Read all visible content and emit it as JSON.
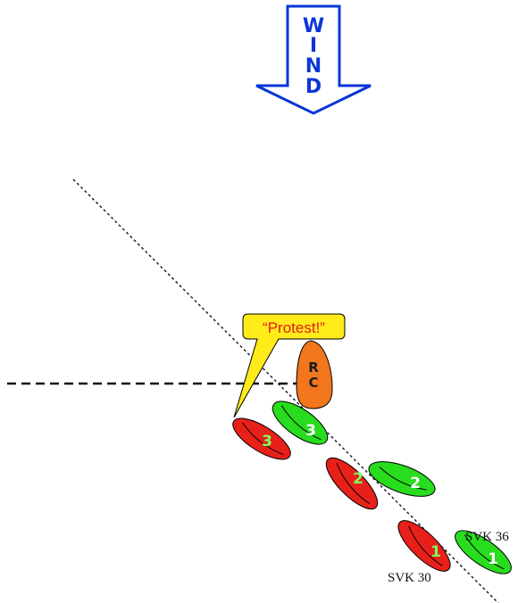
{
  "wind": {
    "letters": [
      "W",
      "I",
      "N",
      "D"
    ],
    "color": "#0a36d6"
  },
  "committee_boat": {
    "letters": [
      "R",
      "C"
    ],
    "color": "#f2761c"
  },
  "callout": {
    "text": "“Protest!”",
    "bg_color": "#ffeb1a",
    "text_color": "#e31a1a"
  },
  "boats": {
    "red": {
      "color": "#e8201a",
      "numbers": [
        "3",
        "2",
        "1"
      ],
      "sail_label": "SVK 30"
    },
    "green": {
      "color": "#28dc1e",
      "numbers": [
        "3",
        "2",
        "1"
      ],
      "sail_label": "SVK 36"
    }
  },
  "icons": {
    "wind_arrow": "down-arrow-icon",
    "committee_boat": "boat-icon",
    "race_boat": "sailboat-icon"
  }
}
